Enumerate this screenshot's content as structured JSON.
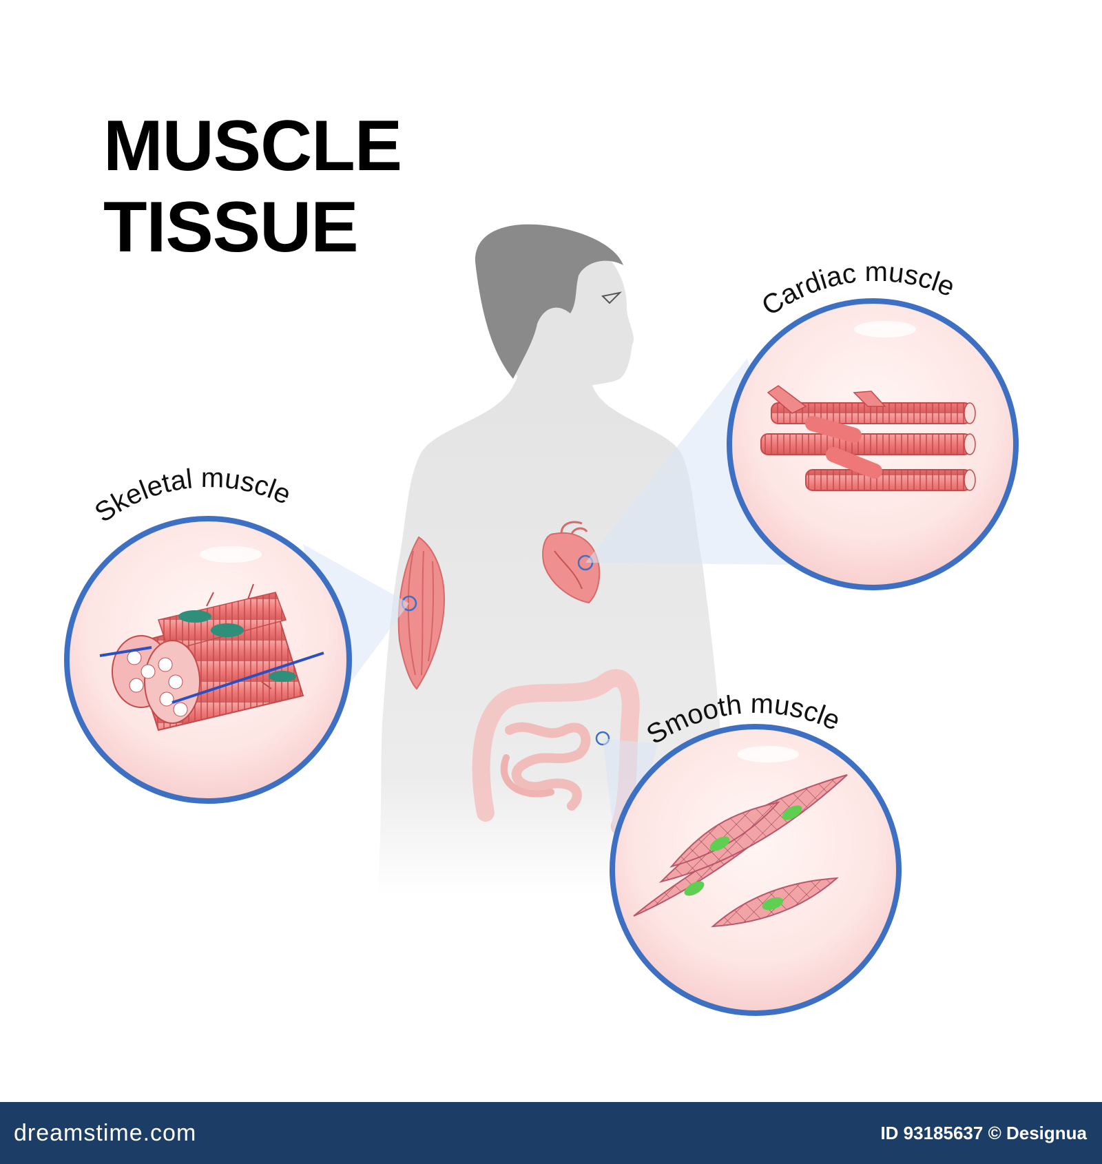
{
  "title": {
    "line1": "MUSCLE",
    "line2": "TISSUE"
  },
  "labels": {
    "skeletal": "Skeletal muscle",
    "cardiac": "Cardiac muscle",
    "smooth": "Smooth muscle"
  },
  "footer": {
    "brand": "dreamstime.com",
    "credit": "ID 93185637 © Designua"
  },
  "colors": {
    "circle_border": "#3d6fc2",
    "muscle": "#ef7f7f",
    "body": "#e6e6e6",
    "hair": "#8a8a8a",
    "footer_bg": "#1b3d66"
  }
}
